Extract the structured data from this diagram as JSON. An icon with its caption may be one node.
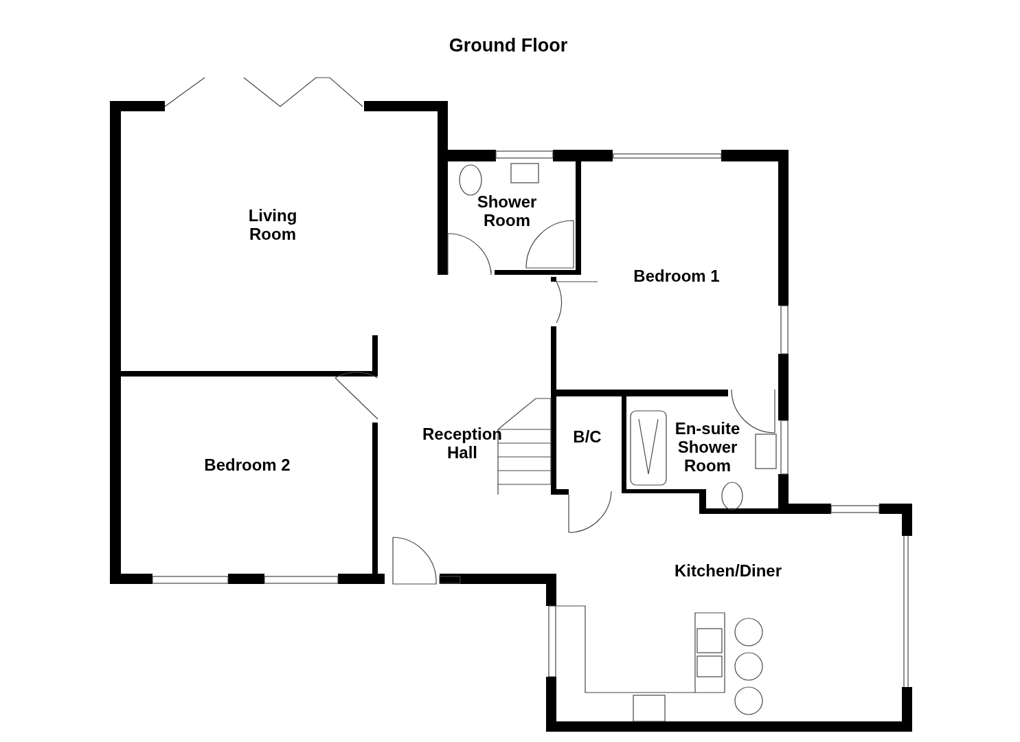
{
  "diagram": {
    "title": "Ground Floor",
    "labels": [
      "Living Room",
      "Shower Room",
      "Bedroom 1",
      "Bedroom 2",
      "Reception Hall",
      "B/C",
      "En-suite Shower Room",
      "Kitchen/Diner"
    ]
  }
}
